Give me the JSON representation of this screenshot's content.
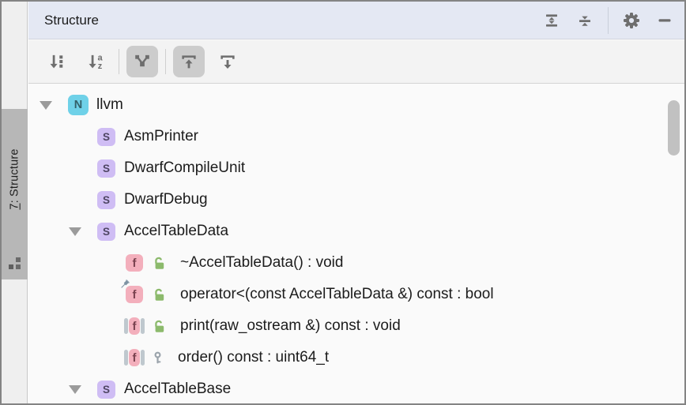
{
  "titlebar": {
    "title": "Structure",
    "buttons": [
      {
        "name": "expand-all"
      },
      {
        "name": "collapse-all"
      },
      {
        "name": "settings"
      },
      {
        "name": "hide"
      }
    ]
  },
  "toolbar": {
    "buttons": [
      {
        "name": "sort-by-type",
        "pressed": false
      },
      {
        "name": "sort-alphabetically",
        "pressed": false
      },
      {
        "name": "filter-members",
        "pressed": true
      },
      {
        "name": "autoscroll-to-source",
        "pressed": true
      },
      {
        "name": "autoscroll-from-source",
        "pressed": false
      }
    ]
  },
  "sidebar": {
    "tab": {
      "mnemonic": "7",
      "label_rest": ": Structure",
      "full_label": "7: Structure"
    }
  },
  "tree": {
    "items": [
      {
        "label": "llvm",
        "kind": "namespace",
        "level": 0,
        "expanded": true
      },
      {
        "label": "AsmPrinter",
        "kind": "struct",
        "level": 1,
        "expanded": false
      },
      {
        "label": "DwarfCompileUnit",
        "kind": "struct",
        "level": 1,
        "expanded": false
      },
      {
        "label": "DwarfDebug",
        "kind": "struct",
        "level": 1,
        "expanded": false
      },
      {
        "label": "AccelTableData",
        "kind": "struct",
        "level": 1,
        "expanded": true
      },
      {
        "label": "~AccelTableData() : void",
        "kind": "function",
        "visibility": "public",
        "pinned": false,
        "level": 2
      },
      {
        "label": "operator<(const AccelTableData &) const : bool",
        "kind": "function",
        "visibility": "public",
        "pinned": true,
        "level": 2
      },
      {
        "label": "print(raw_ostream &) const : void",
        "kind": "function-virtual",
        "visibility": "public",
        "pinned": false,
        "level": 2
      },
      {
        "label": "order() const : uint64_t",
        "kind": "function-virtual",
        "visibility": "protected",
        "pinned": false,
        "level": 2
      },
      {
        "label": "AccelTableBase",
        "kind": "struct",
        "level": 1,
        "expanded": true
      }
    ]
  },
  "colors": {
    "titlebar_bg": "#E4E8F3",
    "toolbar_bg": "#F3F3F3",
    "tree_bg": "#FAFAFA",
    "tab_bg": "#B7B7B7",
    "namespace_badge": "#6FD1E8",
    "struct_badge": "#CFBDF4",
    "function_badge": "#F3AFBC",
    "public_lock_green": "#8CBA6C",
    "protected_key_gray": "#9AA3AB",
    "icon_gray": "#6E6E6E"
  }
}
